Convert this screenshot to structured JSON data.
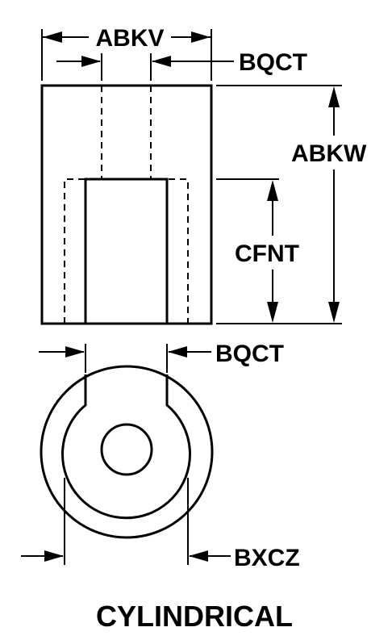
{
  "labels": {
    "outer_width": "ABKV",
    "wall_top": "BQCT",
    "overall_height": "ABKW",
    "bore_depth": "CFNT",
    "wall_bottom": "BQCT",
    "flat_width": "BXCZ"
  },
  "caption": "CYLINDRICAL"
}
